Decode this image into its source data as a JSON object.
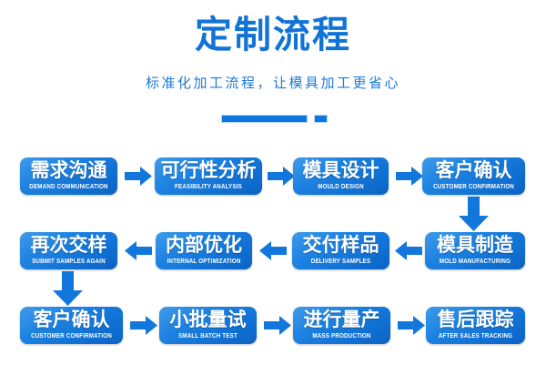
{
  "header": {
    "title": "定制流程",
    "subtitle": "标准化加工流程，让模具加工更省心",
    "accent_color": "#1273d7",
    "subtitle_color": "#1d7ad8"
  },
  "theme": {
    "background": "#ffffff",
    "box_blue_light": "#3f9bea",
    "box_blue_dark": "#0c63c2",
    "arrow_blue": "#1277dd"
  },
  "flow": {
    "rows": [
      {
        "direction": "ltr",
        "steps": [
          {
            "cn": "需求沟通",
            "en": "DEMAND COMMUNICATION"
          },
          {
            "cn": "可行性分析",
            "en": "FEASIBILITY ANALYSIS"
          },
          {
            "cn": "模具设计",
            "en": "MOULD DESIGN"
          },
          {
            "cn": "客户确认",
            "en": "CUSTOMER CONFIRMATION"
          }
        ]
      },
      {
        "direction": "rtl",
        "steps": [
          {
            "cn": "再次交样",
            "en": "SUBMIT SAMPLES AGAIN"
          },
          {
            "cn": "内部优化",
            "en": "INTERNAL OPTIMIZATION"
          },
          {
            "cn": "交付样品",
            "en": "DELIVERY SAMPLES"
          },
          {
            "cn": "模具制造",
            "en": "MOLD MANUFACTURING"
          }
        ]
      },
      {
        "direction": "ltr",
        "steps": [
          {
            "cn": "客户确认",
            "en": "CUSTOMER CONFIRMATION"
          },
          {
            "cn": "小批量试",
            "en": "SMALL BATCH TEST"
          },
          {
            "cn": "进行量产",
            "en": "MASS PRODUCTION"
          },
          {
            "cn": "售后跟踪",
            "en": "AFTER SALES TRACKING"
          }
        ]
      }
    ],
    "connectors": [
      {
        "name": "row1-to-row2",
        "orientation": "down",
        "side": "right"
      },
      {
        "name": "row2-to-row3",
        "orientation": "down",
        "side": "left"
      }
    ]
  }
}
